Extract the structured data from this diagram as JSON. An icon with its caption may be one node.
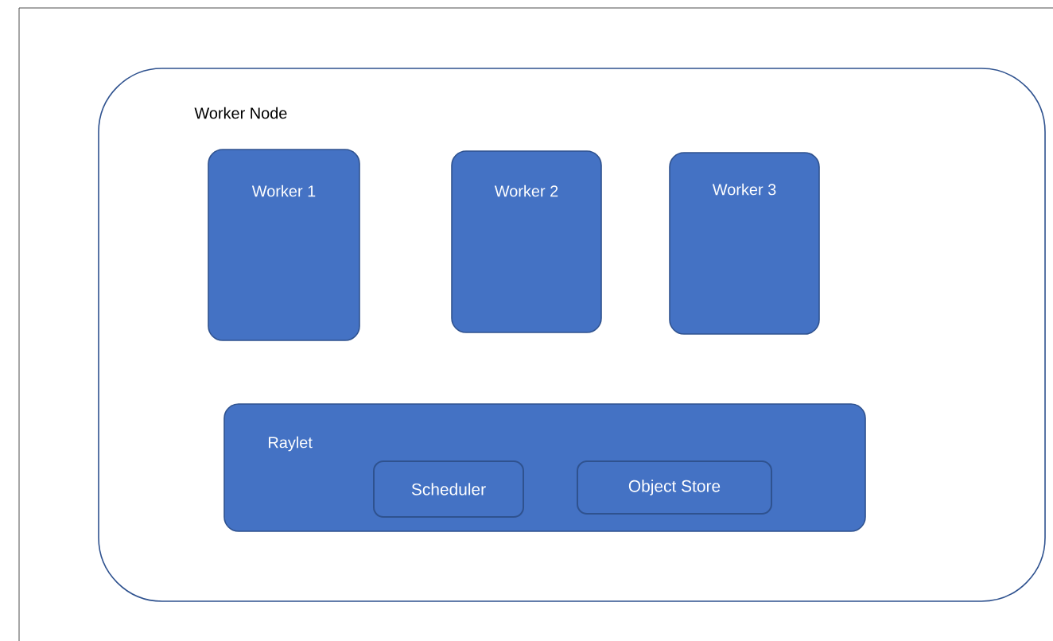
{
  "diagram": {
    "nodes": [
      {
        "text": [
          "Worker Node"
        ]
      },
      {
        "text": [
          "Worker 1"
        ],
        "in": 0
      },
      {
        "text": [
          "Worker 2"
        ],
        "in": 0
      },
      {
        "text": [
          "Worker 3"
        ],
        "in": 0
      },
      {
        "text": [
          "Raylet"
        ],
        "in": 0
      },
      {
        "text": [
          "Scheduler"
        ],
        "in": 4
      },
      {
        "text": [
          "Object Store"
        ],
        "in": 4
      }
    ]
  }
}
